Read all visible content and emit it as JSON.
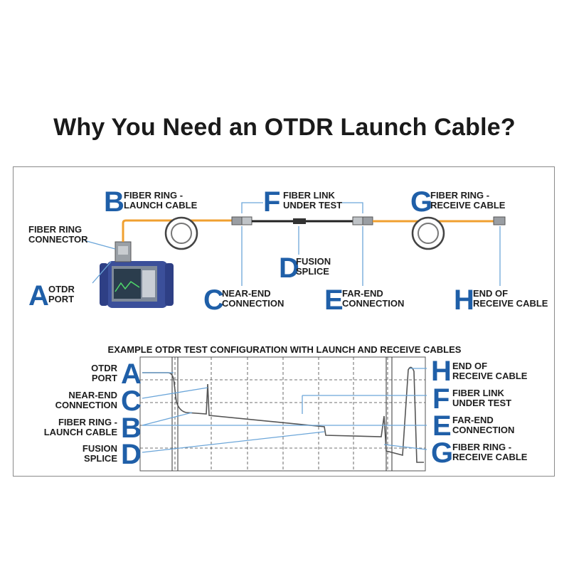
{
  "title": "Why You Need an OTDR Launch Cable?",
  "top_labels": {
    "fiber_ring_connector": [
      "FIBER RING",
      "CONNECTOR"
    ],
    "A": {
      "letter": "A",
      "lines": [
        "OTDR",
        "PORT"
      ]
    },
    "B": {
      "letter": "B",
      "lines": [
        "FIBER RING -",
        "LAUNCH CABLE"
      ]
    },
    "C": {
      "letter": "C",
      "lines": [
        "NEAR-END",
        "CONNECTION"
      ]
    },
    "D": {
      "letter": "D",
      "lines": [
        "FUSION",
        "SPLICE"
      ]
    },
    "E": {
      "letter": "E",
      "lines": [
        "FAR-END",
        "CONNECTION"
      ]
    },
    "F": {
      "letter": "F",
      "lines": [
        "FIBER LINK",
        "UNDER TEST"
      ]
    },
    "G": {
      "letter": "G",
      "lines": [
        "FIBER RING -",
        "RECEIVE CABLE"
      ]
    },
    "H": {
      "letter": "H",
      "lines": [
        "END OF",
        "RECEIVE CABLE"
      ]
    }
  },
  "chart_title": "EXAMPLE OTDR TEST CONFIGURATION WITH LAUNCH AND RECEIVE CABLES",
  "trace_labels": {
    "left": [
      {
        "letter": "A",
        "lines": [
          "OTDR",
          "PORT"
        ]
      },
      {
        "letter": "C",
        "lines": [
          "NEAR-END",
          "CONNECTION"
        ]
      },
      {
        "letter": "B",
        "lines": [
          "FIBER RING -",
          "LAUNCH CABLE"
        ]
      },
      {
        "letter": "D",
        "lines": [
          "FUSION",
          "SPLICE"
        ]
      }
    ],
    "right": [
      {
        "letter": "H",
        "lines": [
          "END OF",
          "RECEIVE CABLE"
        ]
      },
      {
        "letter": "F",
        "lines": [
          "FIBER LINK",
          "UNDER TEST"
        ]
      },
      {
        "letter": "E",
        "lines": [
          "FAR-END",
          "CONNECTION"
        ]
      },
      {
        "letter": "G",
        "lines": [
          "FIBER RING -",
          "RECEIVE CABLE"
        ]
      }
    ]
  },
  "colors": {
    "accent": "#1f5fa8",
    "cable": "#f0a030",
    "fiber": "#222222",
    "device": "#3b4f9a"
  }
}
